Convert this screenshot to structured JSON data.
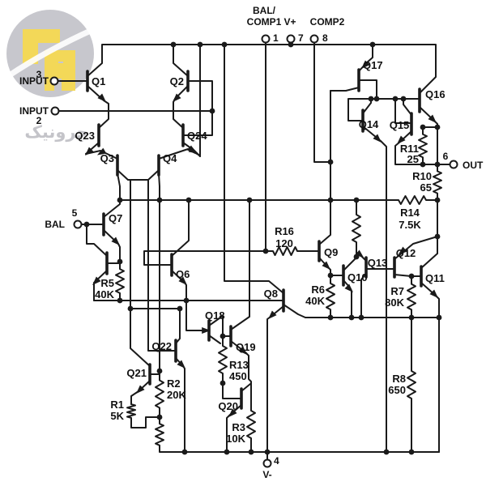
{
  "watermark": {
    "text": "چرونیک"
  },
  "pins": {
    "bal_comp1": {
      "label_line1": "BAL/",
      "label_line2": "COMP1",
      "number": "1"
    },
    "v_plus": {
      "label": "V+",
      "number": "7"
    },
    "comp2": {
      "label": "COMP2",
      "number": "8"
    },
    "input_pos": {
      "label": "INPUT",
      "number": "3"
    },
    "input_neg": {
      "label": "INPUT",
      "number": "2"
    },
    "bal": {
      "label": "BAL",
      "number": "5"
    },
    "out": {
      "label": "OUT",
      "number": "6"
    },
    "v_minus": {
      "label": "V-",
      "number": "4"
    }
  },
  "transistors": {
    "q1": "Q1",
    "q2": "Q2",
    "q3": "Q3",
    "q4": "Q4",
    "q6": "Q6",
    "q7": "Q7",
    "q8": "Q8",
    "q9": "Q9",
    "q10": "Q10",
    "q11": "Q11",
    "q12": "Q12",
    "q13": "Q13",
    "q14": "Q14",
    "q15": "Q15",
    "q16": "Q16",
    "q17": "Q17",
    "q18": "Q18",
    "q19": "Q19",
    "q20": "Q20",
    "q21": "Q21",
    "q22": "Q22",
    "q23": "Q23",
    "q24": "Q24"
  },
  "resistors": {
    "r1": {
      "name": "R1",
      "value": "5K"
    },
    "r2": {
      "name": "R2",
      "value": "20K"
    },
    "r3": {
      "name": "R3",
      "value": "10K"
    },
    "r5": {
      "name": "R5",
      "value": "40K"
    },
    "r6": {
      "name": "R6",
      "value": "40K"
    },
    "r7": {
      "name": "R7",
      "value": "80K"
    },
    "r8": {
      "name": "R8",
      "value": "650"
    },
    "r10": {
      "name": "R10",
      "value": "65"
    },
    "r11": {
      "name": "R11",
      "value": "25"
    },
    "r13": {
      "name": "R13",
      "value": "450"
    },
    "r14": {
      "name": "R14",
      "value": "7.5K"
    },
    "r16": {
      "name": "R16",
      "value": "120"
    }
  },
  "colors": {
    "ink": "#1a1a1a",
    "watermark_gray": "#a8a8b0",
    "watermark_yellow": "#f2d23c"
  }
}
